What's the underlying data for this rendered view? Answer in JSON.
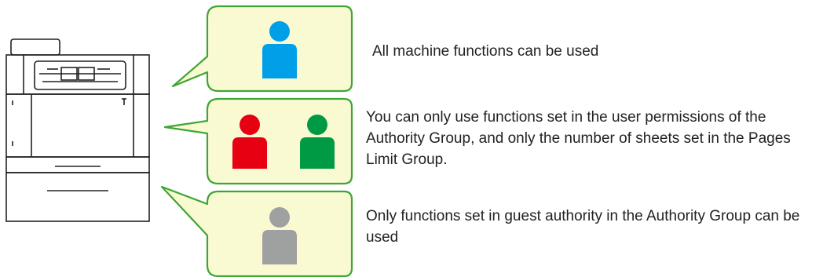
{
  "colors": {
    "bubble_fill": "#fafad2",
    "bubble_stroke": "#3fa535",
    "machine_stroke": "#222222",
    "admin_user": "#00a0e9",
    "general_user_1": "#e60012",
    "general_user_2": "#009944",
    "guest_user": "#9fa0a0"
  },
  "rows": [
    {
      "icons": [
        "person-icon"
      ],
      "icon_colors": [
        "#00a0e9"
      ],
      "description": "All machine functions can be used"
    },
    {
      "icons": [
        "person-icon",
        "person-icon"
      ],
      "icon_colors": [
        "#e60012",
        "#009944"
      ],
      "description": "You can only use functions set in the user permissions of the Authority Group, and only the number of sheets set in the Pages Limit Group."
    },
    {
      "icons": [
        "person-icon"
      ],
      "icon_colors": [
        "#9fa0a0"
      ],
      "description": "Only functions set in guest authority in the Authority Group can be used"
    }
  ]
}
